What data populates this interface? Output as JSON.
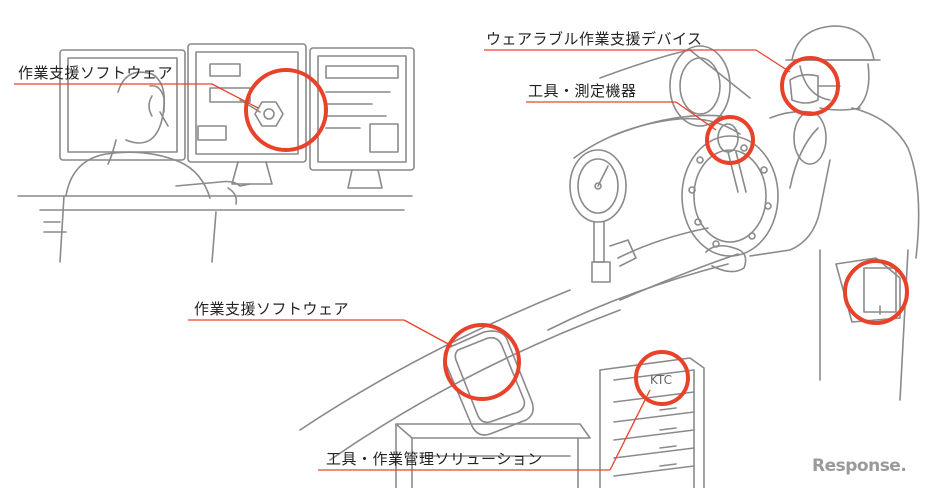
{
  "labels": {
    "software_top": "作業支援ソフトウェア",
    "wearable": "ウェアラブル作業支援デバイス",
    "tools_measure": "工具・測定機器",
    "software_bottom": "作業支援ソフトウェア",
    "tool_management": "工具・作業管理ソリューション"
  },
  "tool_box_brand": "KTC",
  "watermark": "Response.",
  "colors": {
    "highlight": "#e8432a",
    "line_art": "#8a8a8a",
    "text": "#222222"
  }
}
